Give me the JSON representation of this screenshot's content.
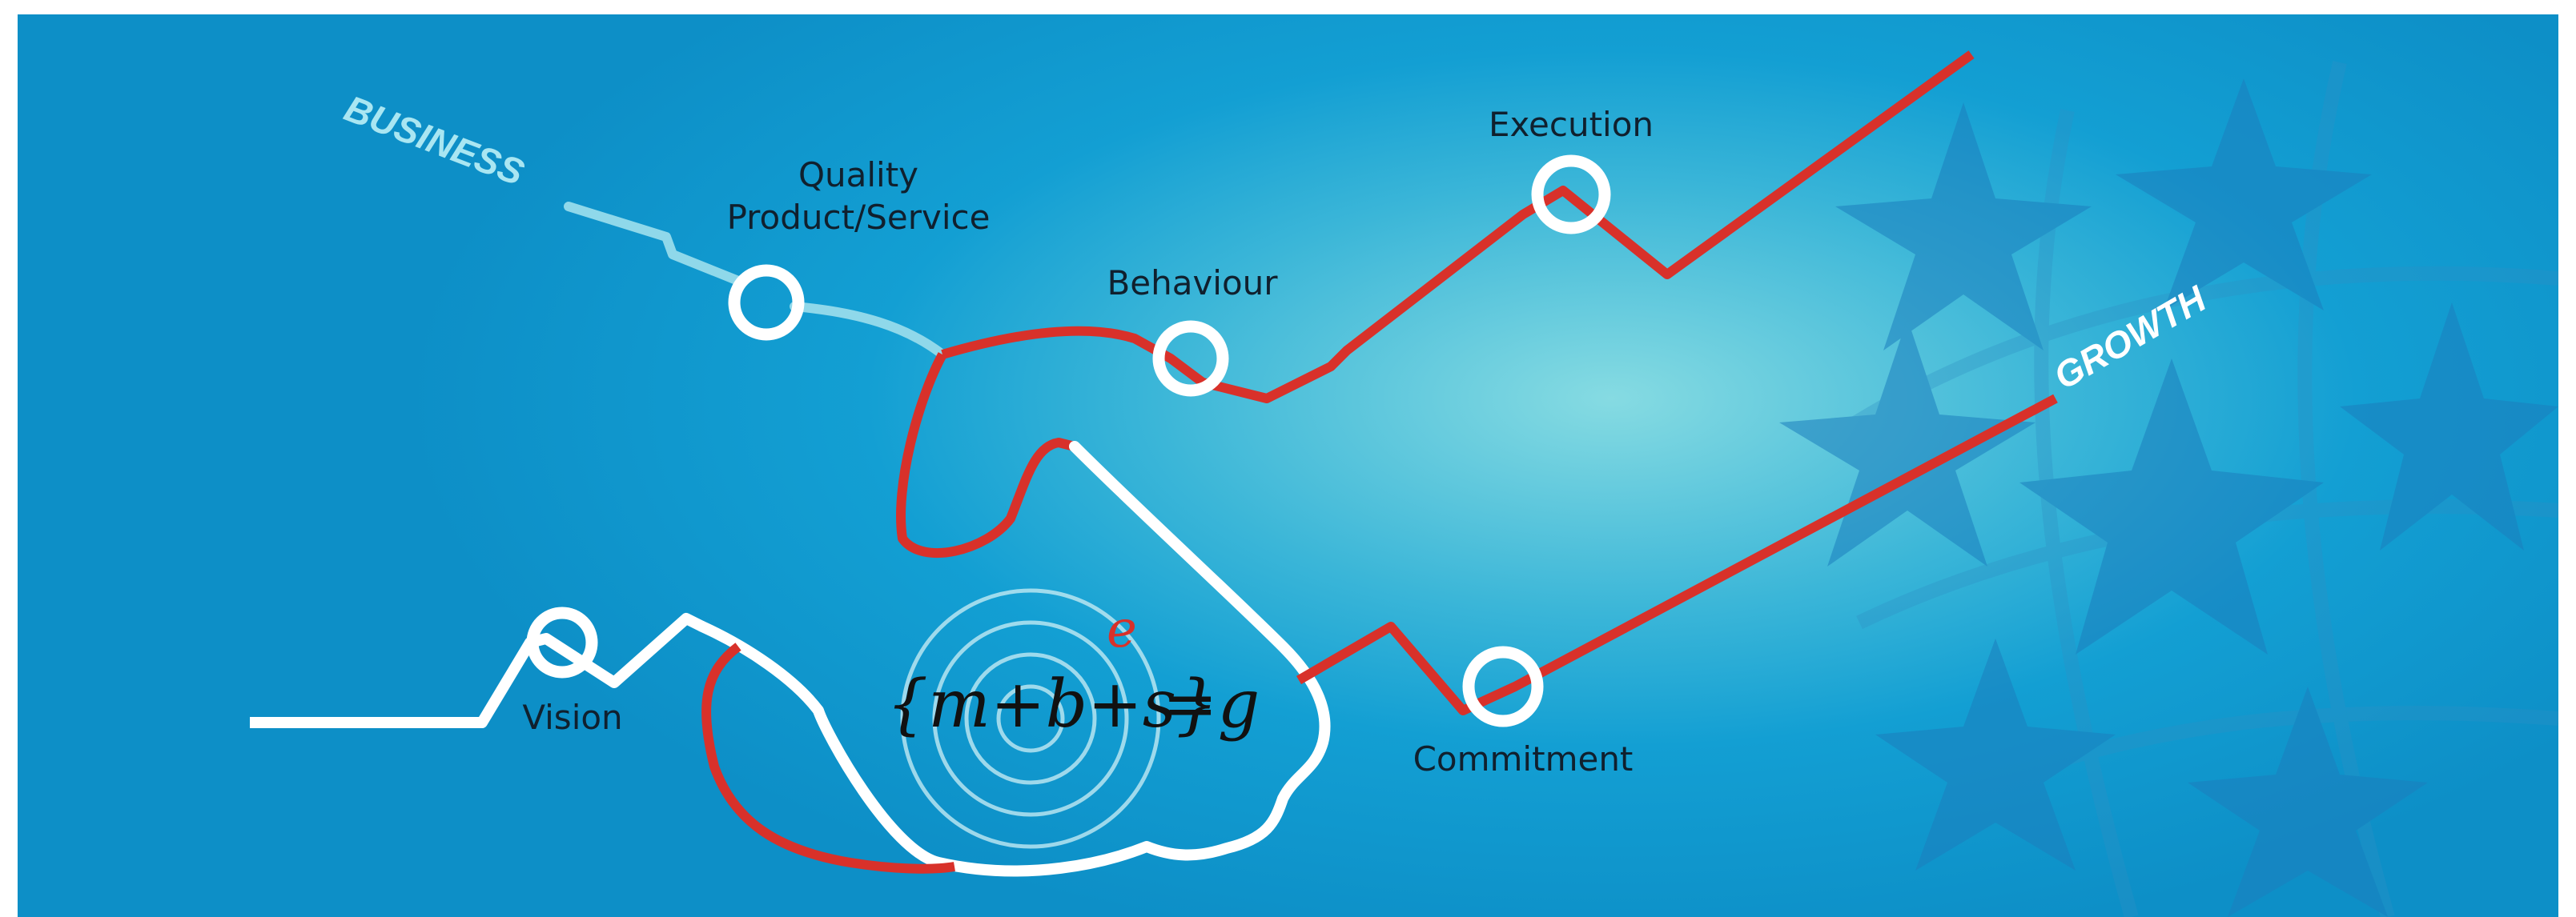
{
  "diagram": {
    "start_tag": "BUSINESS",
    "end_tag": "GROWTH",
    "formula": {
      "base": "{m+b+s}",
      "exponent": "e",
      "result": "=g"
    },
    "milestones": [
      {
        "id": "quality",
        "label_line1": "Quality",
        "label_line2": "Product/Service"
      },
      {
        "id": "behaviour",
        "label": "Behaviour"
      },
      {
        "id": "execution",
        "label": "Execution"
      },
      {
        "id": "vision",
        "label": "Vision"
      },
      {
        "id": "commitment",
        "label": "Commitment"
      }
    ],
    "colors": {
      "background_center": "#86dbe2",
      "background_edge": "#0d8fc7",
      "business_line": "#8fd8ea",
      "growth_line": "#d8312a",
      "hand_outline": "#ffffff",
      "node_ring": "#ffffff"
    }
  }
}
